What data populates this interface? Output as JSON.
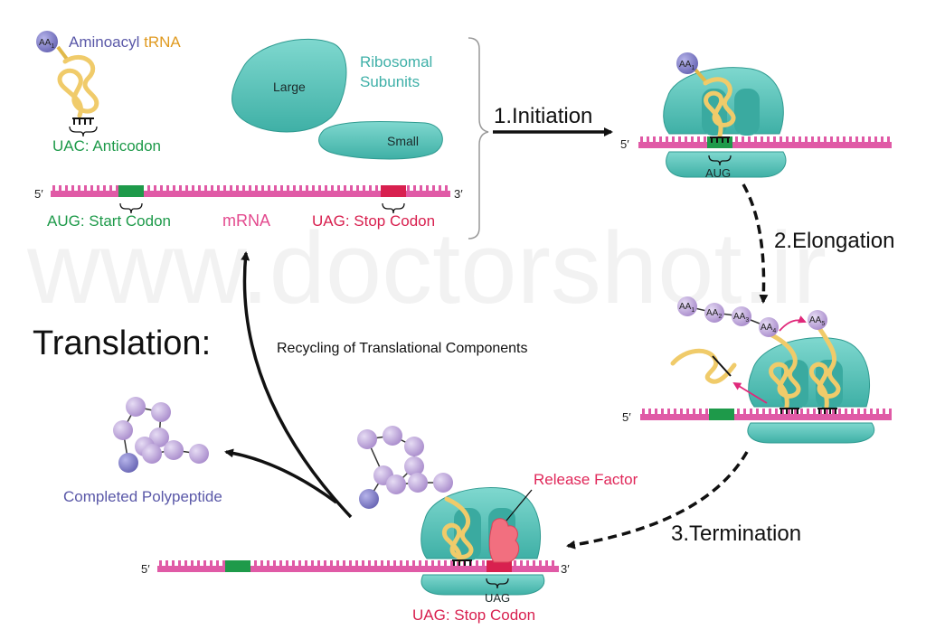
{
  "title": "Translation:",
  "watermark": "www.doctorshot.ir",
  "legend": {
    "aa1": "AA",
    "aa1_sub": "1",
    "aminoacyl_word": "Aminoacyl",
    "trna_word": "tRNA",
    "anticodon": "UAC: Anticodon",
    "ribosomal_subunits_line1": "Ribosomal",
    "ribosomal_subunits_line2": "Subunits",
    "large": "Large",
    "small": "Small"
  },
  "mrna": {
    "five_prime": "5′",
    "three_prime": "3′",
    "label": "mRNA",
    "start_codon": "AUG: Start Codon",
    "stop_codon": "UAG: Stop Codon"
  },
  "steps": {
    "initiation": "1.Initiation",
    "elongation": "2.Elongation",
    "termination": "3.Termination"
  },
  "initiation_panel": {
    "five_prime": "5′",
    "aa": "AA",
    "aa_sub": "1",
    "codon": "AUG"
  },
  "elongation_panel": {
    "five_prime": "5′",
    "chain": [
      {
        "aa": "AA",
        "sub": "1"
      },
      {
        "aa": "AA",
        "sub": "2"
      },
      {
        "aa": "AA",
        "sub": "3"
      },
      {
        "aa": "AA",
        "sub": "4"
      },
      {
        "aa": "AA",
        "sub": "5"
      }
    ]
  },
  "termination_panel": {
    "five_prime": "5′",
    "three_prime": "3′",
    "release_factor": "Release Factor",
    "codon": "UAG",
    "stop_codon": "UAG: Stop Codon"
  },
  "recycling": "Recycling of Translational Components",
  "completed_polypeptide": "Completed Polypeptide",
  "colors": {
    "mrna": "#e05aa6",
    "start": "#1e9a4a",
    "stop": "#d8204f",
    "ribosome": "#4fc1b6",
    "ribosome_dark": "#2f9a90",
    "trna": "#f3cf6c",
    "aa": "#b69ad6",
    "aa_dark": "#7b76c4",
    "teal_text": "#3fb0a8",
    "orange_text": "#e09a20",
    "purple_text": "#5a58a8",
    "green_text": "#1e9a4a",
    "magenta_text": "#e34a8e"
  }
}
